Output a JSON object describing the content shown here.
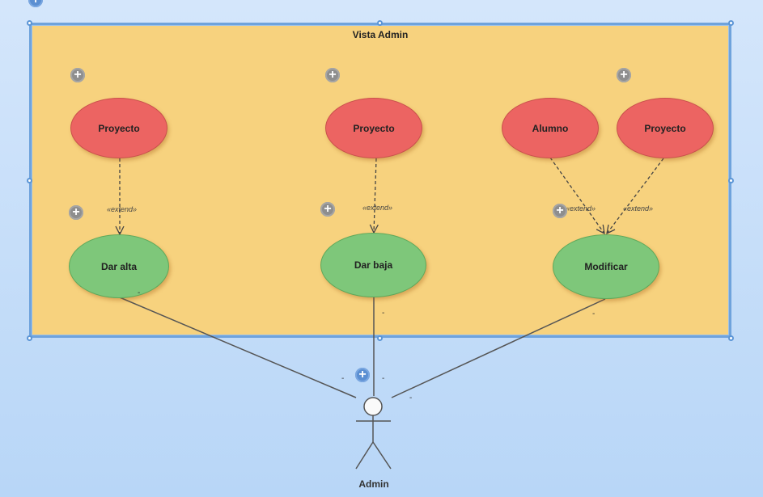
{
  "diagram": {
    "boundary_title": "Vista Admin",
    "actor_name": "Admin",
    "use_cases": {
      "proyecto_1": "Proyecto",
      "proyecto_2": "Proyecto",
      "alumno": "Alumno",
      "proyecto_3": "Proyecto",
      "dar_alta": "Dar alta",
      "dar_baja": "Dar baja",
      "modificar": "Modificar"
    },
    "stereotype": "«extend»",
    "multiplicity_marker": "-",
    "colors": {
      "boundary_fill": "#f7d27e",
      "boundary_border": "#6fa3dc",
      "extending_use_case": "#ec6462",
      "base_use_case": "#7ec77a",
      "background": "#c4ddf8"
    }
  }
}
